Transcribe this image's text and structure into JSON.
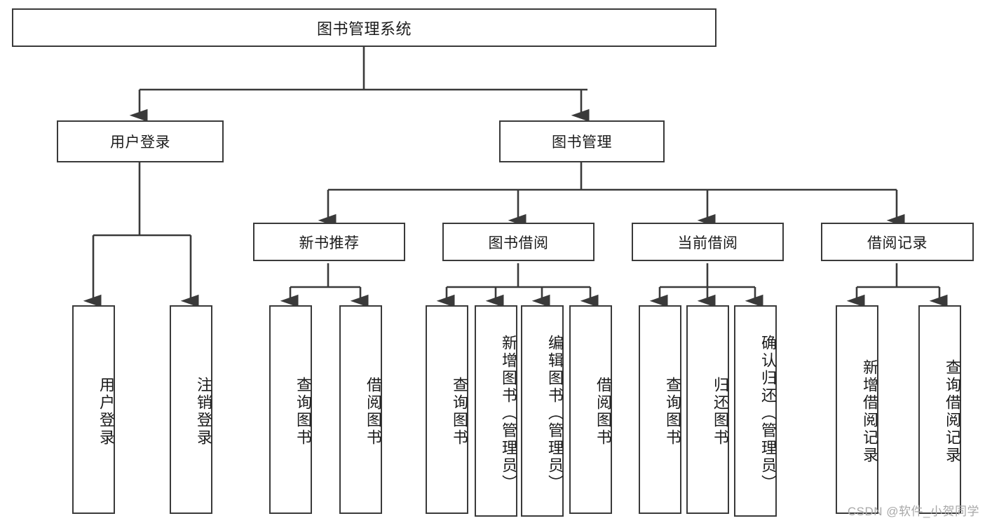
{
  "diagram": {
    "title": "图书管理系统",
    "type": "tree-hierarchy-diagram",
    "root": {
      "label": "图书管理系统"
    },
    "level2": [
      {
        "label": "用户登录"
      },
      {
        "label": "图书管理"
      }
    ],
    "level3": [
      {
        "label": "新书推荐"
      },
      {
        "label": "图书借阅"
      },
      {
        "label": "当前借阅"
      },
      {
        "label": "借阅记录"
      }
    ],
    "leaves": {
      "user_login": [
        {
          "label": "用户登录"
        },
        {
          "label": "注销登录"
        }
      ],
      "new_book_recommend": [
        {
          "label": "查询图书"
        },
        {
          "label": "借阅图书"
        }
      ],
      "book_borrow": [
        {
          "label": "查询图书"
        },
        {
          "label": "新增图书（管理员）"
        },
        {
          "label": "编辑图书（管理员）"
        },
        {
          "label": "借阅图书"
        }
      ],
      "current_borrow": [
        {
          "label": "查询图书"
        },
        {
          "label": "归还图书"
        },
        {
          "label": "确认归还（管理员）"
        }
      ],
      "borrow_record": [
        {
          "label": "新增借阅记录"
        },
        {
          "label": "查询借阅记录"
        }
      ]
    }
  },
  "watermark": {
    "text": "CSDN @软件_小贺同学"
  },
  "colors": {
    "stroke": "#3a3a3a",
    "text": "#1b1b1b",
    "background": "#ffffff",
    "watermark": "#a8a8a8"
  }
}
